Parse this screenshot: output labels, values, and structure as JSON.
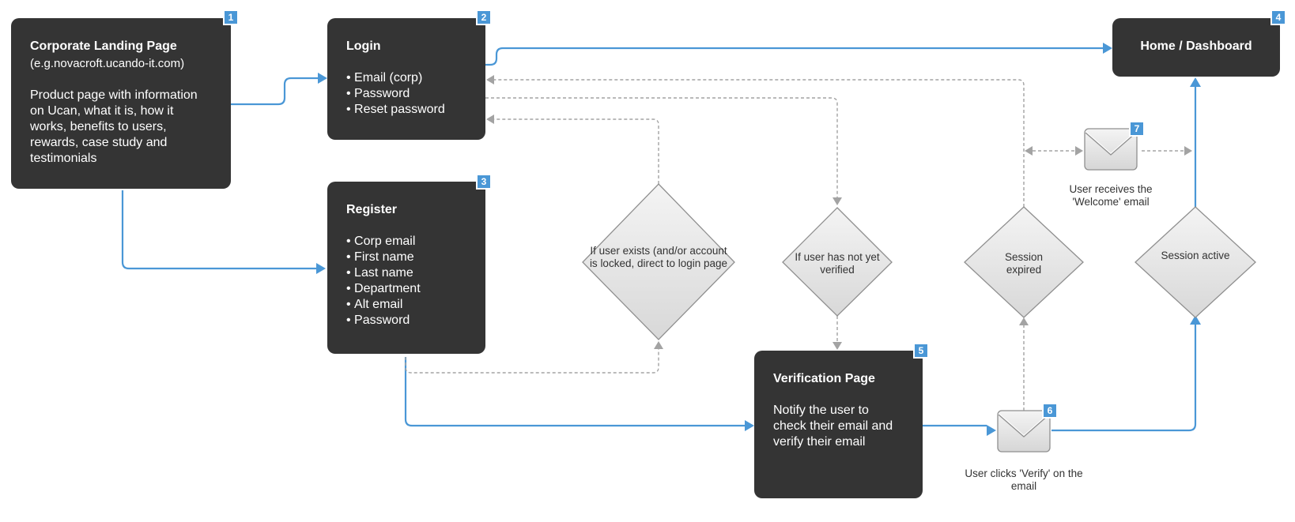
{
  "nodes": {
    "landing": {
      "number": "1",
      "title": "Corporate Landing Page",
      "subtitle": "(e.g.novacroft.ucando-it.com)",
      "description": "Product page with information on Ucan, what it is, how it works, benefits to users, rewards, case study and testimonials"
    },
    "login": {
      "number": "2",
      "title": "Login",
      "items": [
        "Email (corp)",
        "Password",
        "Reset password"
      ]
    },
    "register": {
      "number": "3",
      "title": "Register",
      "items": [
        "Corp email",
        "First name",
        "Last name",
        "Department",
        "Alt email",
        "Password"
      ]
    },
    "home": {
      "number": "4",
      "title": "Home / Dashboard"
    },
    "verification": {
      "number": "5",
      "title": "Verification Page",
      "description": "Notify the user to check their email and verify their email"
    },
    "verify_email": {
      "number": "6",
      "caption": "User clicks 'Verify' on the email"
    },
    "welcome_email": {
      "number": "7",
      "caption": "User receives the 'Welcome' email"
    }
  },
  "decisions": {
    "user_exists": "If user exists (and/or account is locked, direct to login page",
    "not_verified": "If user has not yet verified",
    "session_expired": "Session expired",
    "session_active": "Session active"
  },
  "colors": {
    "box": "#343434",
    "badge": "#4a97d6",
    "flow_line": "#4a97d6",
    "dashed_line": "#a0a0a0",
    "diamond_fill": "#e6e6e6",
    "diamond_stroke": "#8f8f8f"
  }
}
